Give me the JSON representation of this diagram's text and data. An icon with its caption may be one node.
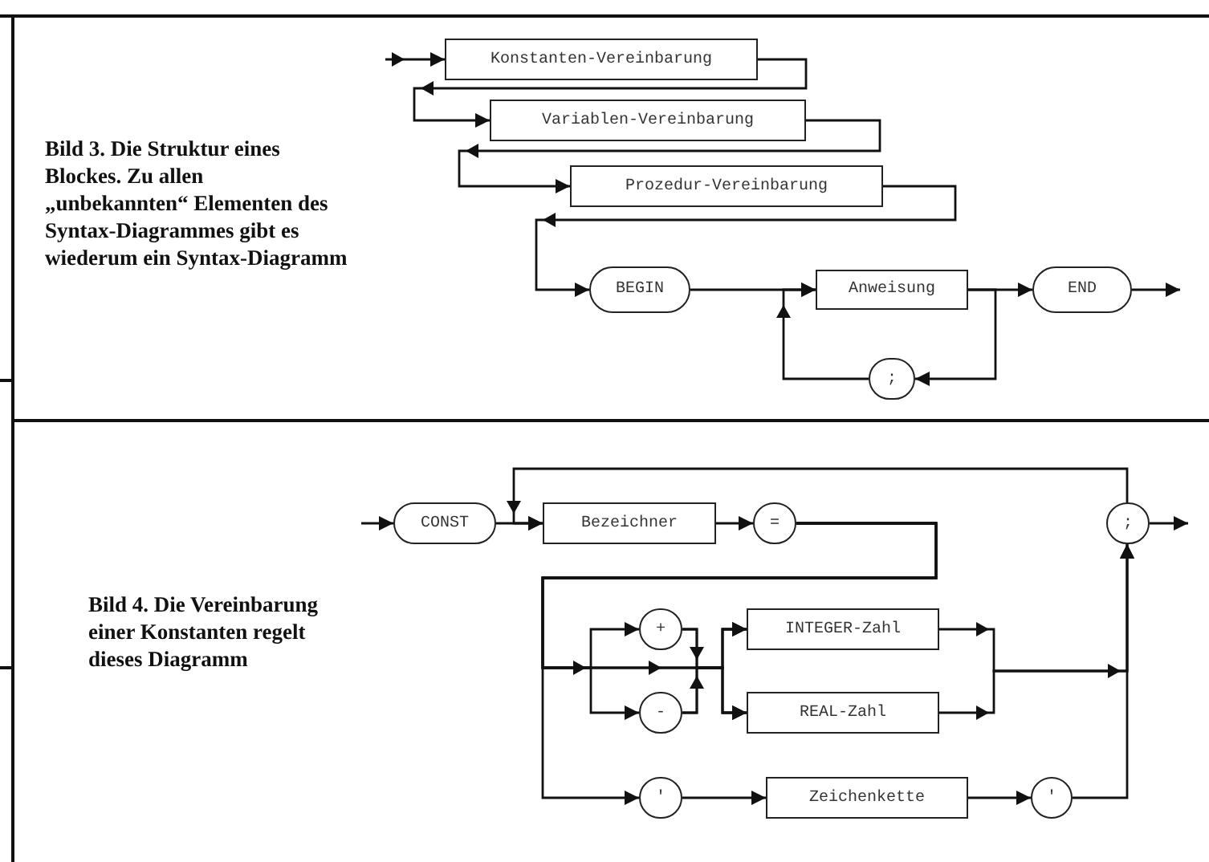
{
  "diagram": {
    "nodes": [
      {
        "text": [
          "Konstanten-Vereinbarung"
        ]
      },
      {
        "text": [
          "Variablen-Vereinbarung"
        ]
      },
      {
        "text": [
          "Prozedur-Vereinbarung"
        ]
      },
      {
        "text": [
          "BEGIN"
        ]
      },
      {
        "text": [
          "Anweisung"
        ]
      },
      {
        "text": [
          "END"
        ]
      },
      {
        "text": [
          ";"
        ]
      },
      {
        "text": [
          "CONST"
        ]
      },
      {
        "text": [
          "Bezeichner"
        ]
      },
      {
        "text": [
          "="
        ]
      },
      {
        "text": [
          "+"
        ]
      },
      {
        "text": [
          "INTEGER-Zahl"
        ]
      },
      {
        "text": [
          "-"
        ]
      },
      {
        "text": [
          "REAL-Zahl"
        ]
      },
      {
        "text": [
          "'"
        ]
      },
      {
        "text": [
          "Zeichenkette"
        ]
      },
      {
        "text": [
          "'"
        ]
      },
      {
        "text": [
          ";"
        ]
      }
    ],
    "edges": [
      {
        "from": null,
        "to": 0,
        "arrow": "to"
      },
      {
        "from": 0,
        "to": 1,
        "arrow": "to"
      },
      {
        "from": 1,
        "to": 2,
        "arrow": "to"
      },
      {
        "from": 2,
        "to": 3,
        "arrow": "to"
      },
      {
        "from": 3,
        "to": 4,
        "arrow": "to"
      },
      {
        "from": 4,
        "to": 5,
        "arrow": "to"
      },
      {
        "from": 5,
        "to": null,
        "arrow": "to"
      },
      {
        "from": 4,
        "to": 6,
        "arrow": "to"
      },
      {
        "from": 6,
        "to": 4,
        "arrow": "to"
      },
      {
        "from": null,
        "to": 7,
        "arrow": "to"
      },
      {
        "from": 7,
        "to": 8,
        "arrow": "to"
      },
      {
        "from": 8,
        "to": 9,
        "arrow": "to"
      },
      {
        "from": 9,
        "to": 10,
        "arrow": "to"
      },
      {
        "from": 9,
        "to": 12,
        "arrow": "to"
      },
      {
        "from": 9,
        "to": 11,
        "arrow": "to"
      },
      {
        "from": 9,
        "to": 13,
        "arrow": "to"
      },
      {
        "from": 9,
        "to": 14,
        "arrow": "to"
      },
      {
        "from": 10,
        "to": 11,
        "arrow": "to"
      },
      {
        "from": 10,
        "to": 13,
        "arrow": "to"
      },
      {
        "from": 12,
        "to": 11,
        "arrow": "to"
      },
      {
        "from": 12,
        "to": 13,
        "arrow": "to"
      },
      {
        "from": 11,
        "to": 17,
        "arrow": "to"
      },
      {
        "from": 13,
        "to": 17,
        "arrow": "to"
      },
      {
        "from": 14,
        "to": 15,
        "arrow": "to"
      },
      {
        "from": 15,
        "to": 16,
        "arrow": "to"
      },
      {
        "from": 16,
        "to": 17,
        "arrow": "to"
      },
      {
        "from": 17,
        "to": 8,
        "arrow": "to"
      },
      {
        "from": 17,
        "to": null,
        "arrow": "to"
      }
    ],
    "labels": [
      "Bild 3. Die Struktur eines Blockes. Zu allen „unbekannten“ Elementen des Syntax-Diagrammes gibt es wiederum ein Syntax-Diagramm",
      "Bild 4. Die Vereinbarung einer Konstanten regelt dieses Diagramm"
    ]
  }
}
